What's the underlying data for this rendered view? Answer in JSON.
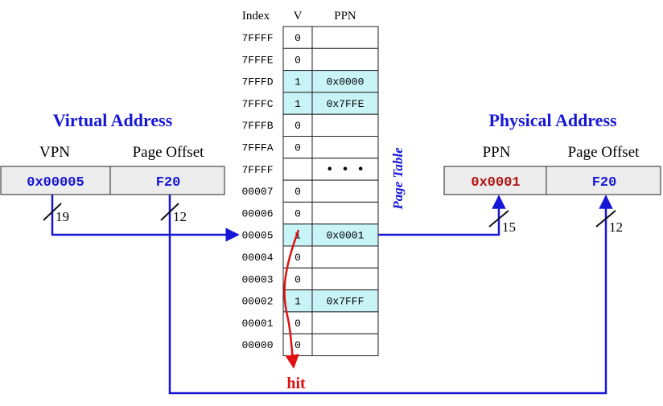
{
  "colors": {
    "blue": "#1616d6",
    "red": "#e01010",
    "dark_red": "#b01414",
    "valid_fill": "#c8f4f8",
    "box_fill": "#ececec",
    "border": "#222222"
  },
  "table": {
    "headers": {
      "index": "Index",
      "v": "V",
      "ppn": "PPN"
    },
    "rows": [
      {
        "index": "7FFFF",
        "v": "0",
        "ppn": "",
        "valid": false
      },
      {
        "index": "7FFFE",
        "v": "0",
        "ppn": "",
        "valid": false
      },
      {
        "index": "7FFFD",
        "v": "1",
        "ppn": "0x0000",
        "valid": true
      },
      {
        "index": "7FFFC",
        "v": "1",
        "ppn": "0x7FFE",
        "valid": true
      },
      {
        "index": "7FFFB",
        "v": "0",
        "ppn": "",
        "valid": false
      },
      {
        "index": "7FFFA",
        "v": "0",
        "ppn": "",
        "valid": false
      },
      {
        "index": "7FFFF",
        "v": "",
        "ppn": "• • •",
        "valid": false,
        "ellipsis": true
      },
      {
        "index": "00007",
        "v": "0",
        "ppn": "",
        "valid": false
      },
      {
        "index": "00006",
        "v": "0",
        "ppn": "",
        "valid": false
      },
      {
        "index": "00005",
        "v": "1",
        "ppn": "0x0001",
        "valid": true
      },
      {
        "index": "00004",
        "v": "0",
        "ppn": "",
        "valid": false
      },
      {
        "index": "00003",
        "v": "0",
        "ppn": "",
        "valid": false
      },
      {
        "index": "00002",
        "v": "1",
        "ppn": "0x7FFF",
        "valid": true
      },
      {
        "index": "00001",
        "v": "0",
        "ppn": "",
        "valid": false
      },
      {
        "index": "00000",
        "v": "0",
        "ppn": "",
        "valid": false
      }
    ],
    "side_label": "Page Table"
  },
  "virtual_address": {
    "title": "Virtual Address",
    "vpn_label": "VPN",
    "offset_label": "Page Offset",
    "vpn_value": "0x00005",
    "offset_value": "F20",
    "vpn_bits": "19",
    "offset_bits": "12"
  },
  "physical_address": {
    "title": "Physical Address",
    "ppn_label": "PPN",
    "offset_label": "Page Offset",
    "ppn_value": "0x0001",
    "offset_value": "F20",
    "ppn_bits": "15",
    "offset_bits": "12"
  },
  "hit_label": "hit"
}
